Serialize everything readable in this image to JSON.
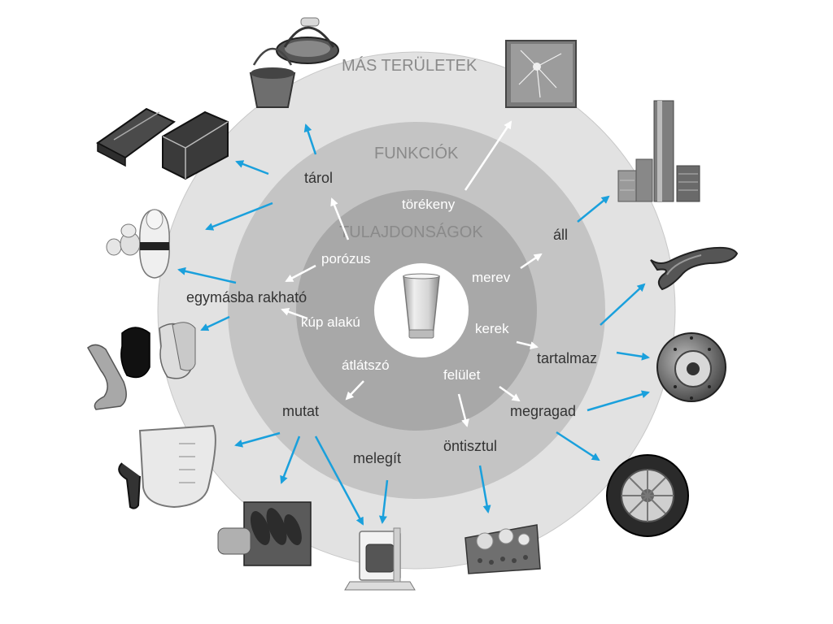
{
  "rings": {
    "outer_title": "MÁS TERÜLETEK",
    "middle_title": "FUNKCIÓK",
    "inner_title": "TULAJDONSÁGOK"
  },
  "properties": {
    "torekeny": "törékeny",
    "porozus": "porózus",
    "merev": "merev",
    "kup_alaku": "kúp alakú",
    "kerek": "kerek",
    "atlatszo": "átlátszó",
    "felulet": "felület"
  },
  "functions": {
    "tarol": "tárol",
    "all": "áll",
    "egymasba": "egymásba rakható",
    "tartalmaz": "tartalmaz",
    "mutat": "mutat",
    "megragad": "megragad",
    "ontisztul": "öntisztul",
    "melegit": "melegít"
  },
  "colors": {
    "outer_ring": "#e2e2e2",
    "middle_ring": "#c4c4c4",
    "inner_ring": "#a8a8a8",
    "center": "#ffffff",
    "arrow_blue": "#1aa0dc",
    "arrow_white": "#ffffff"
  },
  "icons": {
    "center": "drinking-glass-icon",
    "top": "flower-pot-bucket-icon",
    "top_right": "cracked-glass-panel-icon",
    "upper_left": "storage-case-icon",
    "right_upper": "skyscrapers-icon",
    "left_upper": "nesting-dolls-icon",
    "right": "gripper-tool-icon",
    "left": "stacking-chairs-icon",
    "right_mid": "brake-disc-icon",
    "left_lower": "measuring-jug-icon",
    "right_lower": "tire-icon",
    "bottom_left": "thermal-image-icon",
    "bottom_center": "toaster-icon",
    "bottom_right": "lotus-surface-icon"
  }
}
